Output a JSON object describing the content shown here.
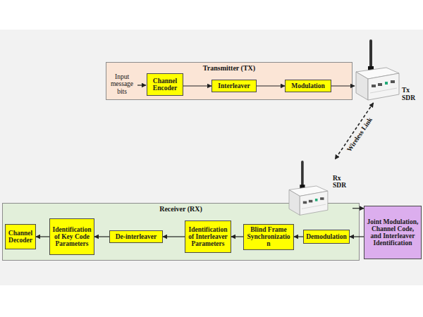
{
  "diagram": {
    "nodes": [
      {
        "text": [
          "Transmitter (TX)"
        ]
      },
      {
        "text": [
          "Channel Encoder"
        ],
        "in": 0
      },
      {
        "text": [
          "Interleaver"
        ],
        "in": 0
      },
      {
        "text": [
          "Modulation"
        ],
        "in": 0
      },
      {
        "text": [
          "Tx SDR"
        ]
      },
      {
        "text": [
          "Rx SDR"
        ]
      },
      {
        "text": [
          "Receiver (RX)"
        ]
      },
      {
        "text": [
          "Joint Modulation, Channel Code, and Interleaver Identification"
        ]
      },
      {
        "text": [
          "Demodulation"
        ],
        "in": 6
      },
      {
        "text": [
          "Blind Frame Synchronization"
        ],
        "in": 6
      },
      {
        "text": [
          "Identification of Interleaver Parameters"
        ],
        "in": 6
      },
      {
        "text": [
          "De-interleaver"
        ],
        "in": 6
      },
      {
        "text": [
          "Identification of Key Code Parameters"
        ],
        "in": 6
      },
      {
        "text": [
          "Channel Decoder"
        ],
        "in": 6
      }
    ],
    "edges": [
      {
        "from": 1,
        "to": 2,
        "arrow": "to"
      },
      {
        "from": 2,
        "to": 3,
        "arrow": "to"
      },
      {
        "from": 3,
        "to": 4,
        "arrow": "to"
      },
      {
        "from": 4,
        "to": 5,
        "label": "Wireless Link",
        "arrow": "both"
      },
      {
        "from": 5,
        "to": 7,
        "arrow": "to"
      },
      {
        "from": 7,
        "to": 8,
        "arrow": "to"
      },
      {
        "from": 8,
        "to": 9,
        "arrow": "to"
      },
      {
        "from": 9,
        "to": 10,
        "arrow": "to"
      },
      {
        "from": 10,
        "to": 11,
        "arrow": "to"
      },
      {
        "from": 11,
        "to": 12,
        "arrow": "to"
      },
      {
        "from": 12,
        "to": 13,
        "arrow": "to"
      }
    ],
    "labels": [
      "Input message bits"
    ]
  }
}
